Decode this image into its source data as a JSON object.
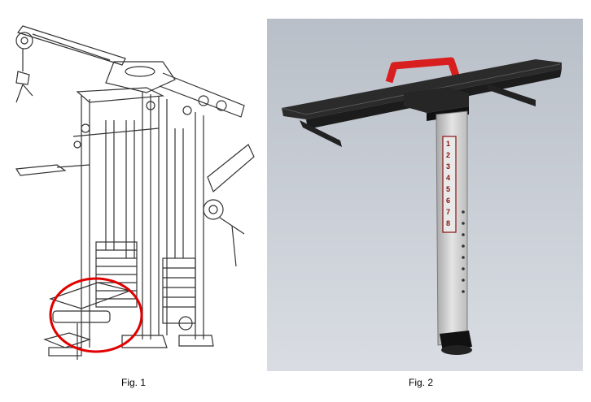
{
  "figures": [
    {
      "caption": "Fig. 1",
      "highlight_color": "#e00000"
    },
    {
      "caption": "Fig. 2",
      "handle_color": "#d81e1e",
      "background_color": "#c9ced6",
      "scale_numbers": [
        "1",
        "2",
        "3",
        "4",
        "5",
        "6",
        "7",
        "8"
      ]
    }
  ]
}
